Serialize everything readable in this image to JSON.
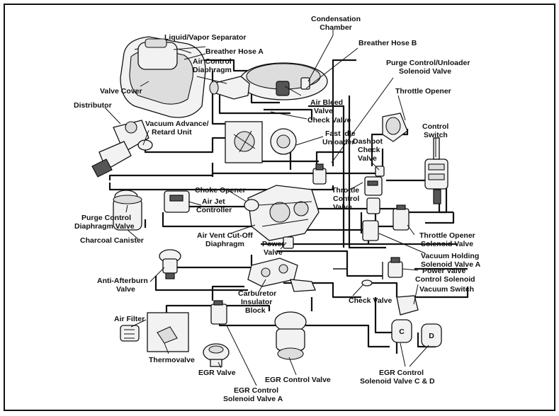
{
  "labels": {
    "condensation_chamber_1": "Condensation",
    "condensation_chamber_2": "Chamber",
    "liquid_vapor_separator": "Liquid/Vapor Separator",
    "breather_hose_a": "Breather Hose A",
    "breather_hose_b": "Breather Hose B",
    "air_control_diaphragm_1": "Air Control",
    "air_control_diaphragm_2": "Diaphragm",
    "purge_control_unloader_1": "Purge Control/Unloader",
    "purge_control_unloader_2": "Solenoid Valve",
    "valve_cover": "Valve Cover",
    "air_bleed_valve_1": "Air Bleed",
    "air_bleed_valve_2": "Valve",
    "throttle_opener": "Throttle Opener",
    "distributor": "Distributor",
    "check_valve_top": "Check Valve",
    "vacuum_advance_1": "Vacuum Advance/",
    "vacuum_advance_2": "Retard Unit",
    "fast_idle_unloader_1": "Fast Idle",
    "fast_idle_unloader_2": "Unloader",
    "control_switch_1": "Control",
    "control_switch_2": "Switch",
    "dashpot_check_valve_1": "Dashpot",
    "dashpot_check_valve_2": "Check",
    "dashpot_check_valve_3": "Valve",
    "choke_opener": "Choke Opener",
    "air_jet_controller_1": "Air Jet",
    "air_jet_controller_2": "Controller",
    "throttle_control_valve_1": "Throttle",
    "throttle_control_valve_2": "Control",
    "throttle_control_valve_3": "Valve",
    "purge_control_diaphragm_1": "Purge Control",
    "purge_control_diaphragm_2": "Diaphragm Valve",
    "air_vent_cutoff_1": "Air Vent Cut-Off",
    "air_vent_cutoff_2": "Diaphragm",
    "throttle_opener_solenoid_1": "Throttle Opener",
    "throttle_opener_solenoid_2": "Solenoid Valve",
    "charcoal_canister": "Charcoal Canister",
    "power_valve_1": "Power",
    "power_valve_2": "Valve",
    "vacuum_holding_1": "Vacuum Holding",
    "vacuum_holding_2": "Solenoid Valve A",
    "power_valve_control_1": "Power Valve",
    "power_valve_control_2": "Control Solenoid",
    "anti_afterburn_1": "Anti-Afterburn",
    "anti_afterburn_2": "Valve",
    "vacuum_switch": "Vacuum Switch",
    "carburetor_insulator_1": "Carburetor",
    "carburetor_insulator_2": "Insulator",
    "carburetor_insulator_3": "Block",
    "check_valve_bottom": "Check Valve",
    "air_filter": "Air Filter",
    "thermovalve": "Thermovalve",
    "egr_valve": "EGR Valve",
    "egr_control_valve": "EGR Control Valve",
    "egr_solenoid_a_1": "EGR Control",
    "egr_solenoid_a_2": "Solenoid Valve A",
    "egr_solenoid_cd_1": "EGR Control",
    "egr_solenoid_cd_2": "Solenoid Valve C & D",
    "solenoid_c_letter": "C",
    "solenoid_d_letter": "D"
  }
}
